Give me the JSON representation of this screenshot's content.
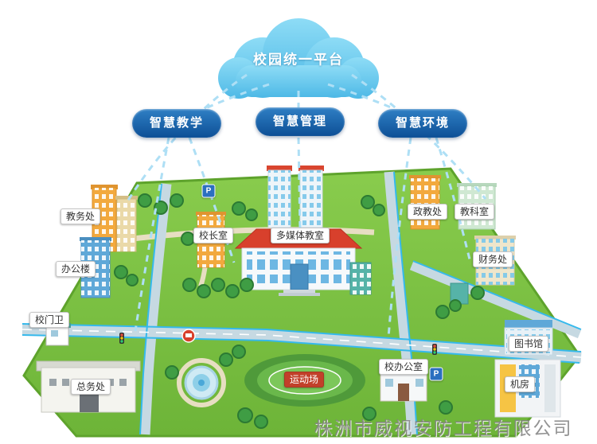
{
  "cloud": {
    "label": "校园统一平台"
  },
  "nodes": [
    {
      "label": "智慧教学"
    },
    {
      "label": "智慧管理"
    },
    {
      "label": "智慧环境"
    }
  ],
  "map": {
    "parking_sign": "P",
    "labels": [
      {
        "text": "教务处"
      },
      {
        "text": "办公楼"
      },
      {
        "text": "校长室"
      },
      {
        "text": "多媒体教室"
      },
      {
        "text": "政教处"
      },
      {
        "text": "教科室"
      },
      {
        "text": "财务处"
      },
      {
        "text": "校门卫"
      },
      {
        "text": "总务处"
      },
      {
        "text": "运动场"
      },
      {
        "text": "校办公室"
      },
      {
        "text": "图书馆"
      },
      {
        "text": "机房"
      }
    ]
  },
  "watermark": "株洲市威视安防工程有限公司",
  "colors": {
    "cloud_blue": "#5bc6ee",
    "node_blue": "#0d4f96",
    "dashed_line": "#aedff5",
    "ground_green": "#7cc03f",
    "road_gray": "#c6d9e2",
    "network_cyan": "#35b9ec",
    "field_label_red": "#c2402a"
  }
}
